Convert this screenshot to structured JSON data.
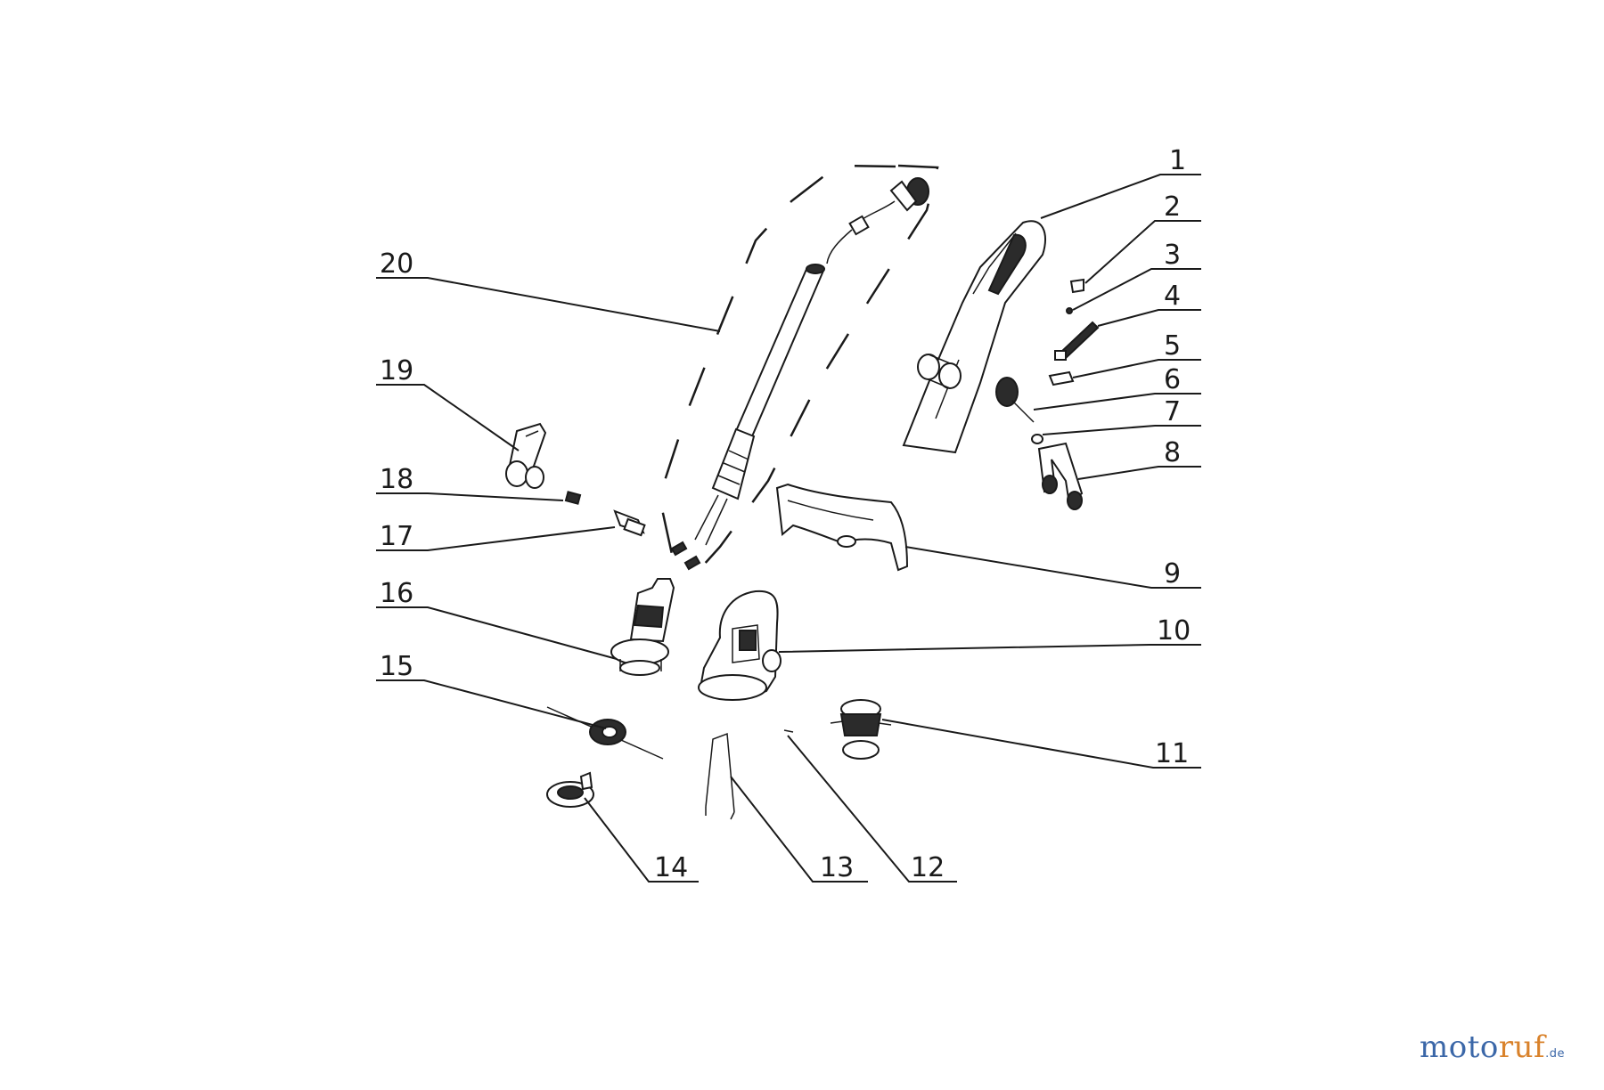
{
  "callouts": [
    {
      "id": "1",
      "label": "1"
    },
    {
      "id": "2",
      "label": "2"
    },
    {
      "id": "3",
      "label": "3"
    },
    {
      "id": "4",
      "label": "4"
    },
    {
      "id": "5",
      "label": "5"
    },
    {
      "id": "6",
      "label": "6"
    },
    {
      "id": "7",
      "label": "7"
    },
    {
      "id": "8",
      "label": "8"
    },
    {
      "id": "9",
      "label": "9"
    },
    {
      "id": "10",
      "label": "10"
    },
    {
      "id": "11",
      "label": "11"
    },
    {
      "id": "12",
      "label": "12"
    },
    {
      "id": "13",
      "label": "13"
    },
    {
      "id": "14",
      "label": "14"
    },
    {
      "id": "15",
      "label": "15"
    },
    {
      "id": "16",
      "label": "16"
    },
    {
      "id": "17",
      "label": "17"
    },
    {
      "id": "18",
      "label": "18"
    },
    {
      "id": "19",
      "label": "19"
    },
    {
      "id": "20",
      "label": "20"
    }
  ],
  "watermark": {
    "part_a": "moto",
    "part_b": "ruf",
    "part_c": ".de"
  },
  "colors": {
    "ink": "#1a1a1a",
    "brand_blue": "#3b67a8",
    "brand_orange": "#d9822b"
  }
}
